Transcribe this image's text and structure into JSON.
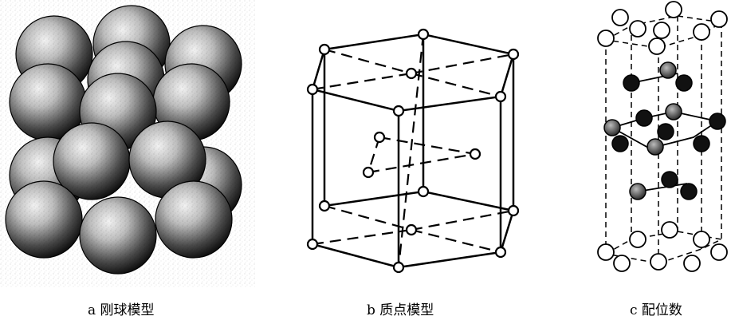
{
  "figure": {
    "panels": [
      {
        "id": "a",
        "caption": "a 刚球模型"
      },
      {
        "id": "b",
        "caption": "b 质点模型"
      },
      {
        "id": "c",
        "caption": "c 配位数"
      }
    ],
    "colors": {
      "ink": "#000000",
      "background": "#ffffff",
      "sphere_dark": "#1a1a1a",
      "sphere_light": "#e6e6e6"
    }
  }
}
